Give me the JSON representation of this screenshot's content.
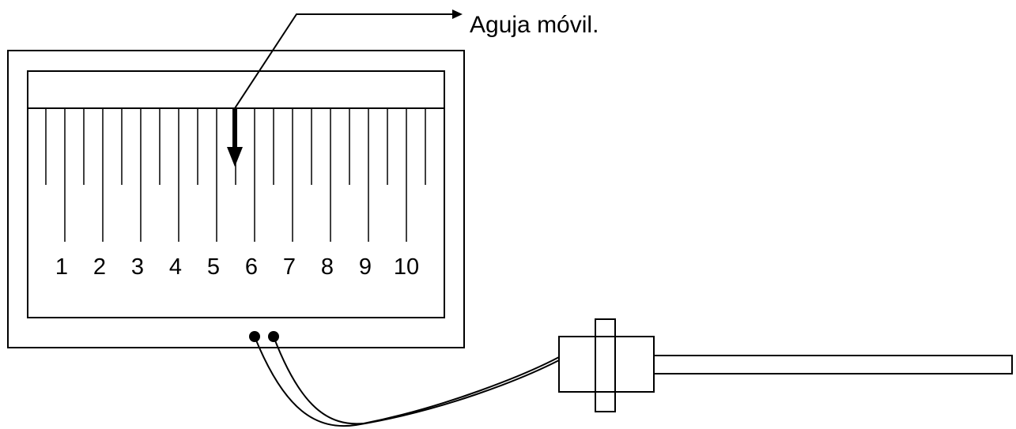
{
  "diagram": {
    "needle_label": "Aguja móvil.",
    "scale_numbers": [
      "1",
      "2",
      "3",
      "4",
      "5",
      "6",
      "7",
      "8",
      "9",
      "10"
    ],
    "needle_reading": 5.5,
    "colors": {
      "ink": "#000000",
      "background": "#ffffff"
    }
  }
}
